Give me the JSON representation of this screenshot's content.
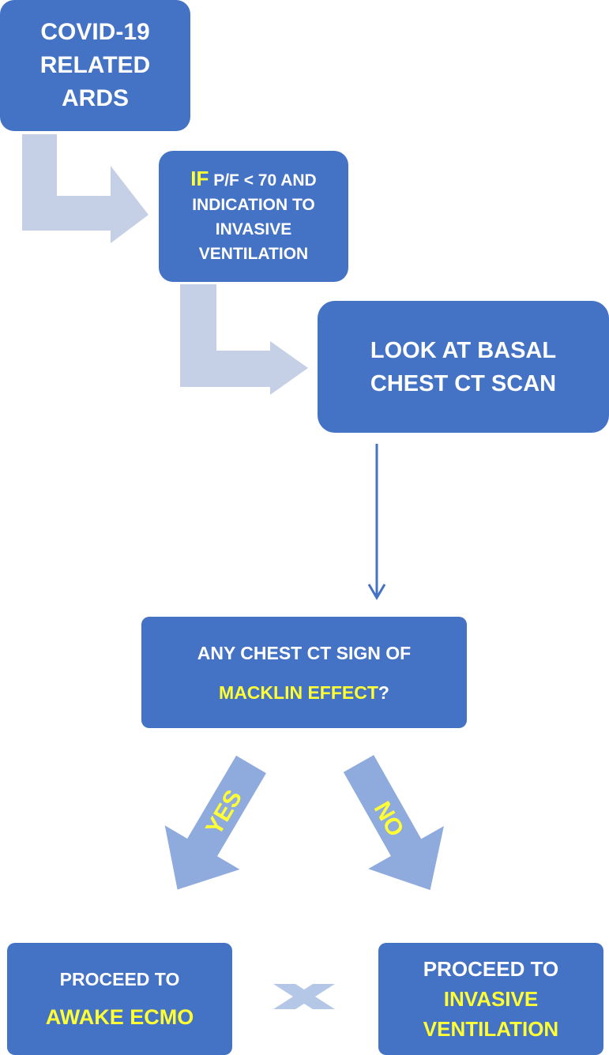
{
  "colors": {
    "box_fill": "#4472c4",
    "box_text": "#ffffff",
    "highlight_text": "#ffff33",
    "elbow_arrow": "#c5cfe6",
    "branch_arrow": "#8faadc",
    "connector": "#4472c4",
    "cross_mark": "#b4c7e7"
  },
  "nodes": {
    "start": {
      "lines": [
        "COVID-19",
        "RELATED",
        "ARDS"
      ]
    },
    "criteria": {
      "if_word": "IF",
      "first_line_rest": " P/F < 70 AND",
      "lines": [
        "INDICATION TO",
        "INVASIVE",
        "VENTILATION"
      ]
    },
    "ct_scan": {
      "lines": [
        "LOOK AT BASAL",
        "CHEST CT SCAN"
      ]
    },
    "question": {
      "line1": "ANY CHEST CT SIGN OF",
      "highlight": "MACKLIN EFFECT",
      "suffix": "?"
    },
    "ecmo": {
      "line1": "PROCEED TO",
      "highlight": "AWAKE ECMO"
    },
    "invasive": {
      "line1": "PROCEED TO",
      "highlight_lines": [
        "INVASIVE",
        "VENTILATION"
      ]
    }
  },
  "branches": {
    "yes_label": "YES",
    "no_label": "NO"
  },
  "icons": {
    "elbow_arrows": "elbow-arrow-icon",
    "branch_arrows": "block-arrow-icon",
    "cross": "x-icon"
  }
}
